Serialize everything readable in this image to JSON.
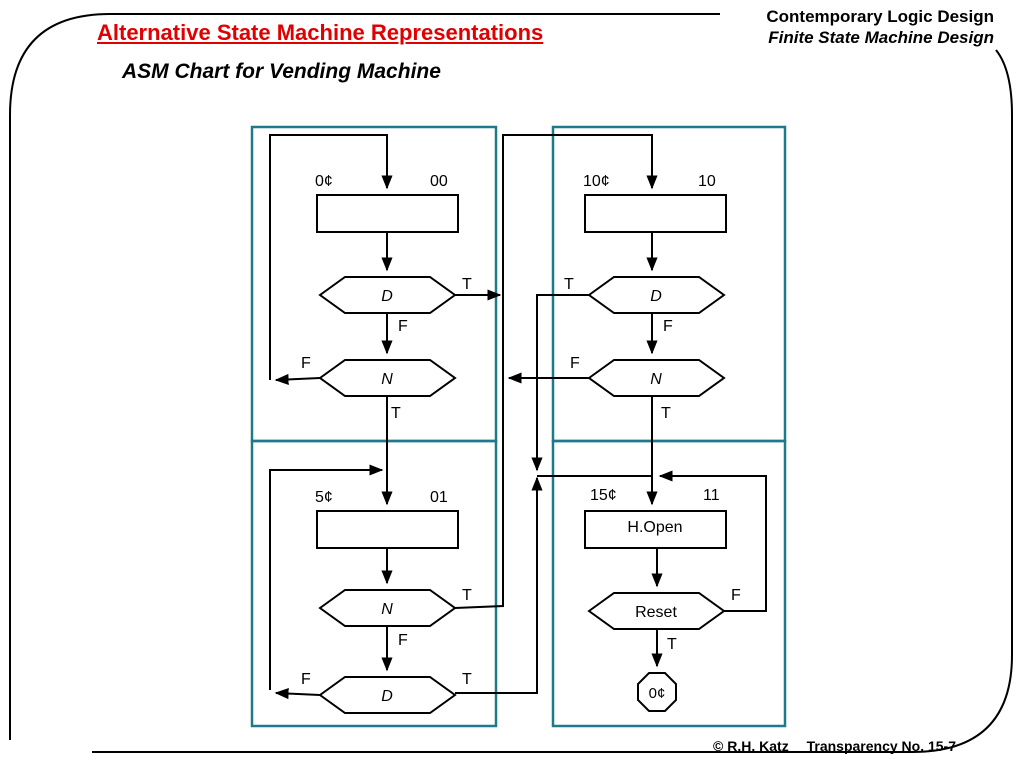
{
  "header": {
    "title": "Alternative State Machine Representations",
    "subtitle": "ASM Chart for Vending Machine",
    "course": "Contemporary Logic Design",
    "topic": "Finite State Machine Design"
  },
  "footer": {
    "copyright": "© R.H. Katz",
    "transparency": "Transparency No. 15-7"
  },
  "diagram": {
    "states": [
      {
        "name": "0¢",
        "code": "00",
        "output": ""
      },
      {
        "name": "10¢",
        "code": "10",
        "output": ""
      },
      {
        "name": "5¢",
        "code": "01",
        "output": ""
      },
      {
        "name": "15¢",
        "code": "11",
        "output": "H.Open"
      }
    ],
    "decisions": {
      "d": "D",
      "n": "N",
      "reset": "Reset"
    },
    "labels": {
      "t": "T",
      "f": "F"
    },
    "exit_state": "0¢"
  }
}
